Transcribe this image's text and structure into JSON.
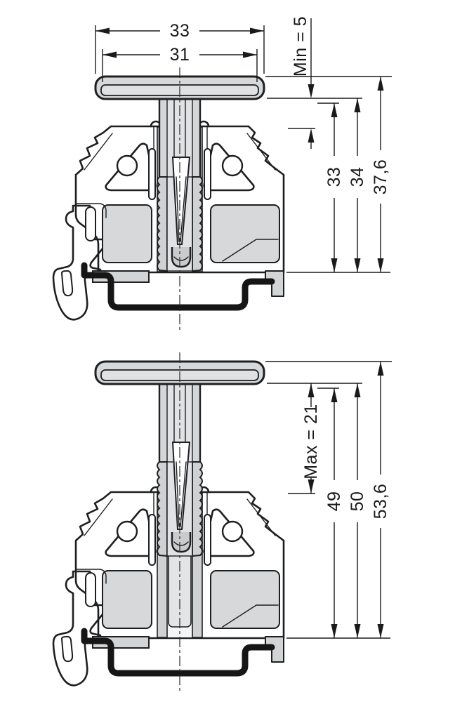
{
  "drawing": {
    "description": "DIN rail component cross-section, plunger retracted and extended views",
    "views": [
      {
        "name": "retracted",
        "width_dims": [
          {
            "label": "33"
          },
          {
            "label": "31"
          }
        ],
        "travel_dim": {
          "label": "Min = 5"
        },
        "height_dims": [
          {
            "label": "33"
          },
          {
            "label": "34"
          },
          {
            "label": "37,6"
          }
        ]
      },
      {
        "name": "extended",
        "travel_dim": {
          "label": "Max = 21"
        },
        "height_dims": [
          {
            "label": "49"
          },
          {
            "label": "50"
          },
          {
            "label": "53,6"
          }
        ]
      }
    ],
    "colors": {
      "background": "#ffffff",
      "body_fill": "#d2d4d6",
      "panel_fill": "#dfe1e3",
      "cap_fill": "#d6d8da",
      "outline": "#1d1f21",
      "rail_black": "#161616",
      "dimension_lines": "#1a1a1a"
    }
  }
}
